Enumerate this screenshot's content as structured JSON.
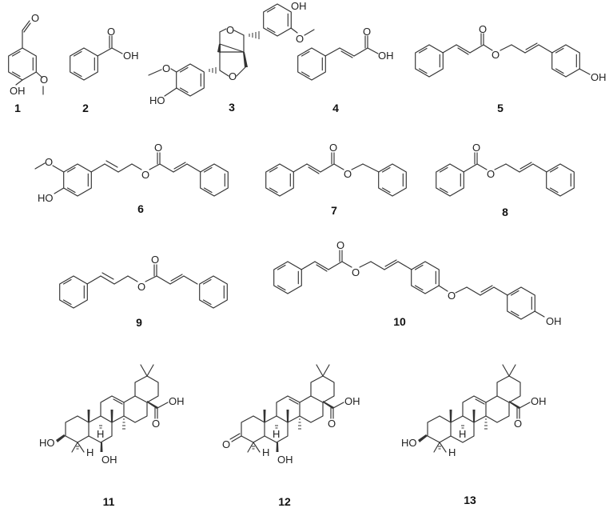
{
  "figure": {
    "type": "chemical-structures-panel",
    "compound_count": 13
  },
  "compounds": [
    {
      "id": "1",
      "label": "1",
      "atoms": [
        "O",
        "O",
        "OH"
      ],
      "description": "vanillin (4-hydroxy-3-methoxybenzaldehyde)"
    },
    {
      "id": "2",
      "label": "2",
      "atoms": [
        "O",
        "OH"
      ],
      "description": "benzoic acid"
    },
    {
      "id": "3",
      "label": "3",
      "atoms": [
        "OH",
        "O",
        "O",
        "O",
        "O",
        "HO"
      ],
      "description": "pinoresinol-type furofuran lignan"
    },
    {
      "id": "4",
      "label": "4",
      "atoms": [
        "O",
        "OH"
      ],
      "description": "cinnamic acid"
    },
    {
      "id": "5",
      "label": "5",
      "atoms": [
        "O",
        "O",
        "OH"
      ],
      "description": "p-coumaryl cinnamate"
    },
    {
      "id": "6",
      "label": "6",
      "atoms": [
        "O",
        "HO",
        "O",
        "O"
      ],
      "description": "coniferyl cinnamate"
    },
    {
      "id": "7",
      "label": "7",
      "atoms": [
        "O",
        "O"
      ],
      "description": "benzyl cinnamate"
    },
    {
      "id": "8",
      "label": "8",
      "atoms": [
        "O",
        "O"
      ],
      "description": "cinnamyl benzoate"
    },
    {
      "id": "9",
      "label": "9",
      "atoms": [
        "O",
        "O"
      ],
      "description": "cinnamyl cinnamate"
    },
    {
      "id": "10",
      "label": "10",
      "atoms": [
        "O",
        "O",
        "O",
        "OH"
      ],
      "description": "cinnamate ester of p-coumaryl ether"
    },
    {
      "id": "11",
      "label": "11",
      "atoms": [
        "OH",
        "O",
        "HO",
        "H",
        "H",
        "OH"
      ],
      "description": "oleanane triterpenoid acid, 3β,6β-diol"
    },
    {
      "id": "12",
      "label": "12",
      "atoms": [
        "OH",
        "O",
        "O",
        "H",
        "H",
        "OH"
      ],
      "description": "oleanane triterpenoid acid, 3-oxo-6β-ol"
    },
    {
      "id": "13",
      "label": "13",
      "atoms": [
        "OH",
        "O",
        "HO",
        "H",
        "H"
      ],
      "description": "oleanolic acid"
    }
  ],
  "atom_labels": {
    "O": "O",
    "OH": "OH",
    "HO": "HO",
    "H": "H"
  }
}
